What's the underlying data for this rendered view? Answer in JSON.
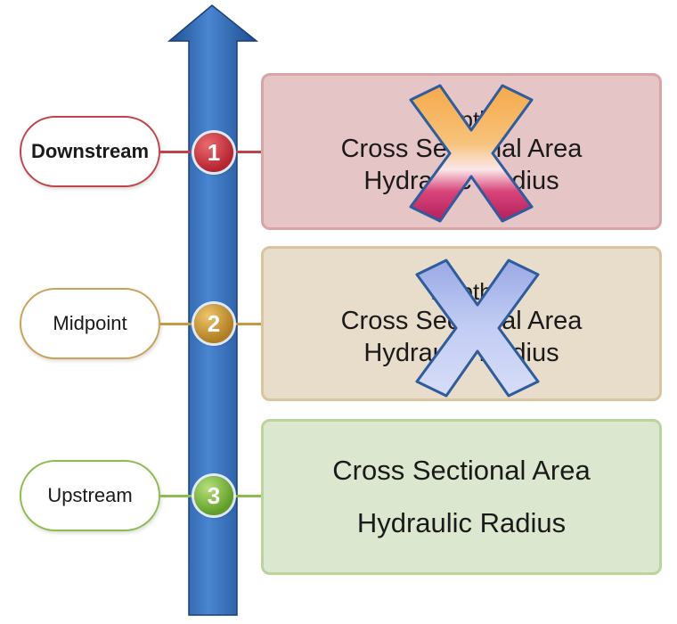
{
  "stages": [
    {
      "label": "Downstream",
      "number": "1",
      "color": "#c62f3b",
      "line_color": "#c0444c",
      "lines": [
        "Depth",
        "Cross Sectional  Area",
        "Hydraulic Radius"
      ],
      "crossed": true
    },
    {
      "label": "Midpoint",
      "number": "2",
      "color": "#c8962e",
      "line_color": "#c49a44",
      "lines": [
        "Depth",
        "Cross Sectional  Area",
        "Hydraulic Radius"
      ],
      "crossed": true
    },
    {
      "label": "Upstream",
      "number": "3",
      "color": "#7fbf3a",
      "line_color": "#8cbd4f",
      "lines": [
        "Cross Sectional Area",
        "Hydraulic Radius"
      ],
      "crossed": false
    }
  ],
  "colors": {
    "arrow": "#2f68b5",
    "box1_fill": "#e6c5c6",
    "box1_border": "#d9a4a7",
    "box2_fill": "#e8dccb",
    "box2_border": "#d8c49e",
    "box3_fill": "#dbe8cf",
    "box3_border": "#b9d59c",
    "x1": "#f6b04f",
    "x2": "#aab8ee"
  }
}
